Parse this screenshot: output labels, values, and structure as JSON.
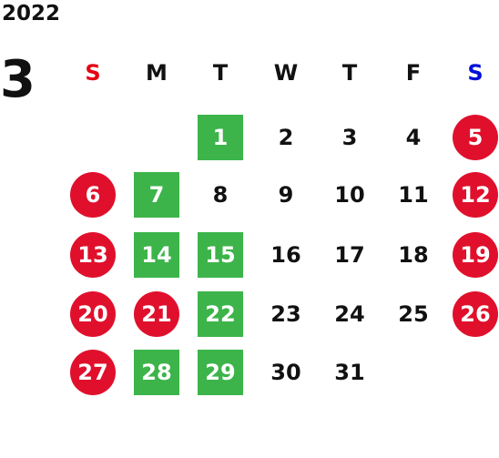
{
  "year": "2022",
  "month": "3",
  "colors": {
    "sunday_header": "#e60012",
    "saturday_header": "#0010d8",
    "holiday_circle": "#e0102c",
    "green_box": "#3cb44a",
    "text": "#111111"
  },
  "weekdays": [
    "S",
    "M",
    "T",
    "W",
    "T",
    "F",
    "S"
  ],
  "first_weekday_index": 2,
  "days": [
    {
      "label": "1",
      "style": "green"
    },
    {
      "label": "2",
      "style": "none"
    },
    {
      "label": "3",
      "style": "none"
    },
    {
      "label": "4",
      "style": "none"
    },
    {
      "label": "5",
      "style": "red"
    },
    {
      "label": "6",
      "style": "red"
    },
    {
      "label": "7",
      "style": "green"
    },
    {
      "label": "8",
      "style": "none"
    },
    {
      "label": "9",
      "style": "none"
    },
    {
      "label": "10",
      "style": "none"
    },
    {
      "label": "11",
      "style": "none"
    },
    {
      "label": "12",
      "style": "red"
    },
    {
      "label": "13",
      "style": "red"
    },
    {
      "label": "14",
      "style": "green"
    },
    {
      "label": "15",
      "style": "green"
    },
    {
      "label": "16",
      "style": "none"
    },
    {
      "label": "17",
      "style": "none"
    },
    {
      "label": "18",
      "style": "none"
    },
    {
      "label": "19",
      "style": "red"
    },
    {
      "label": "20",
      "style": "red"
    },
    {
      "label": "21",
      "style": "red"
    },
    {
      "label": "22",
      "style": "green"
    },
    {
      "label": "23",
      "style": "none"
    },
    {
      "label": "24",
      "style": "none"
    },
    {
      "label": "25",
      "style": "none"
    },
    {
      "label": "26",
      "style": "red"
    },
    {
      "label": "27",
      "style": "red"
    },
    {
      "label": "28",
      "style": "green"
    },
    {
      "label": "29",
      "style": "green"
    },
    {
      "label": "30",
      "style": "none"
    },
    {
      "label": "31",
      "style": "none"
    }
  ]
}
